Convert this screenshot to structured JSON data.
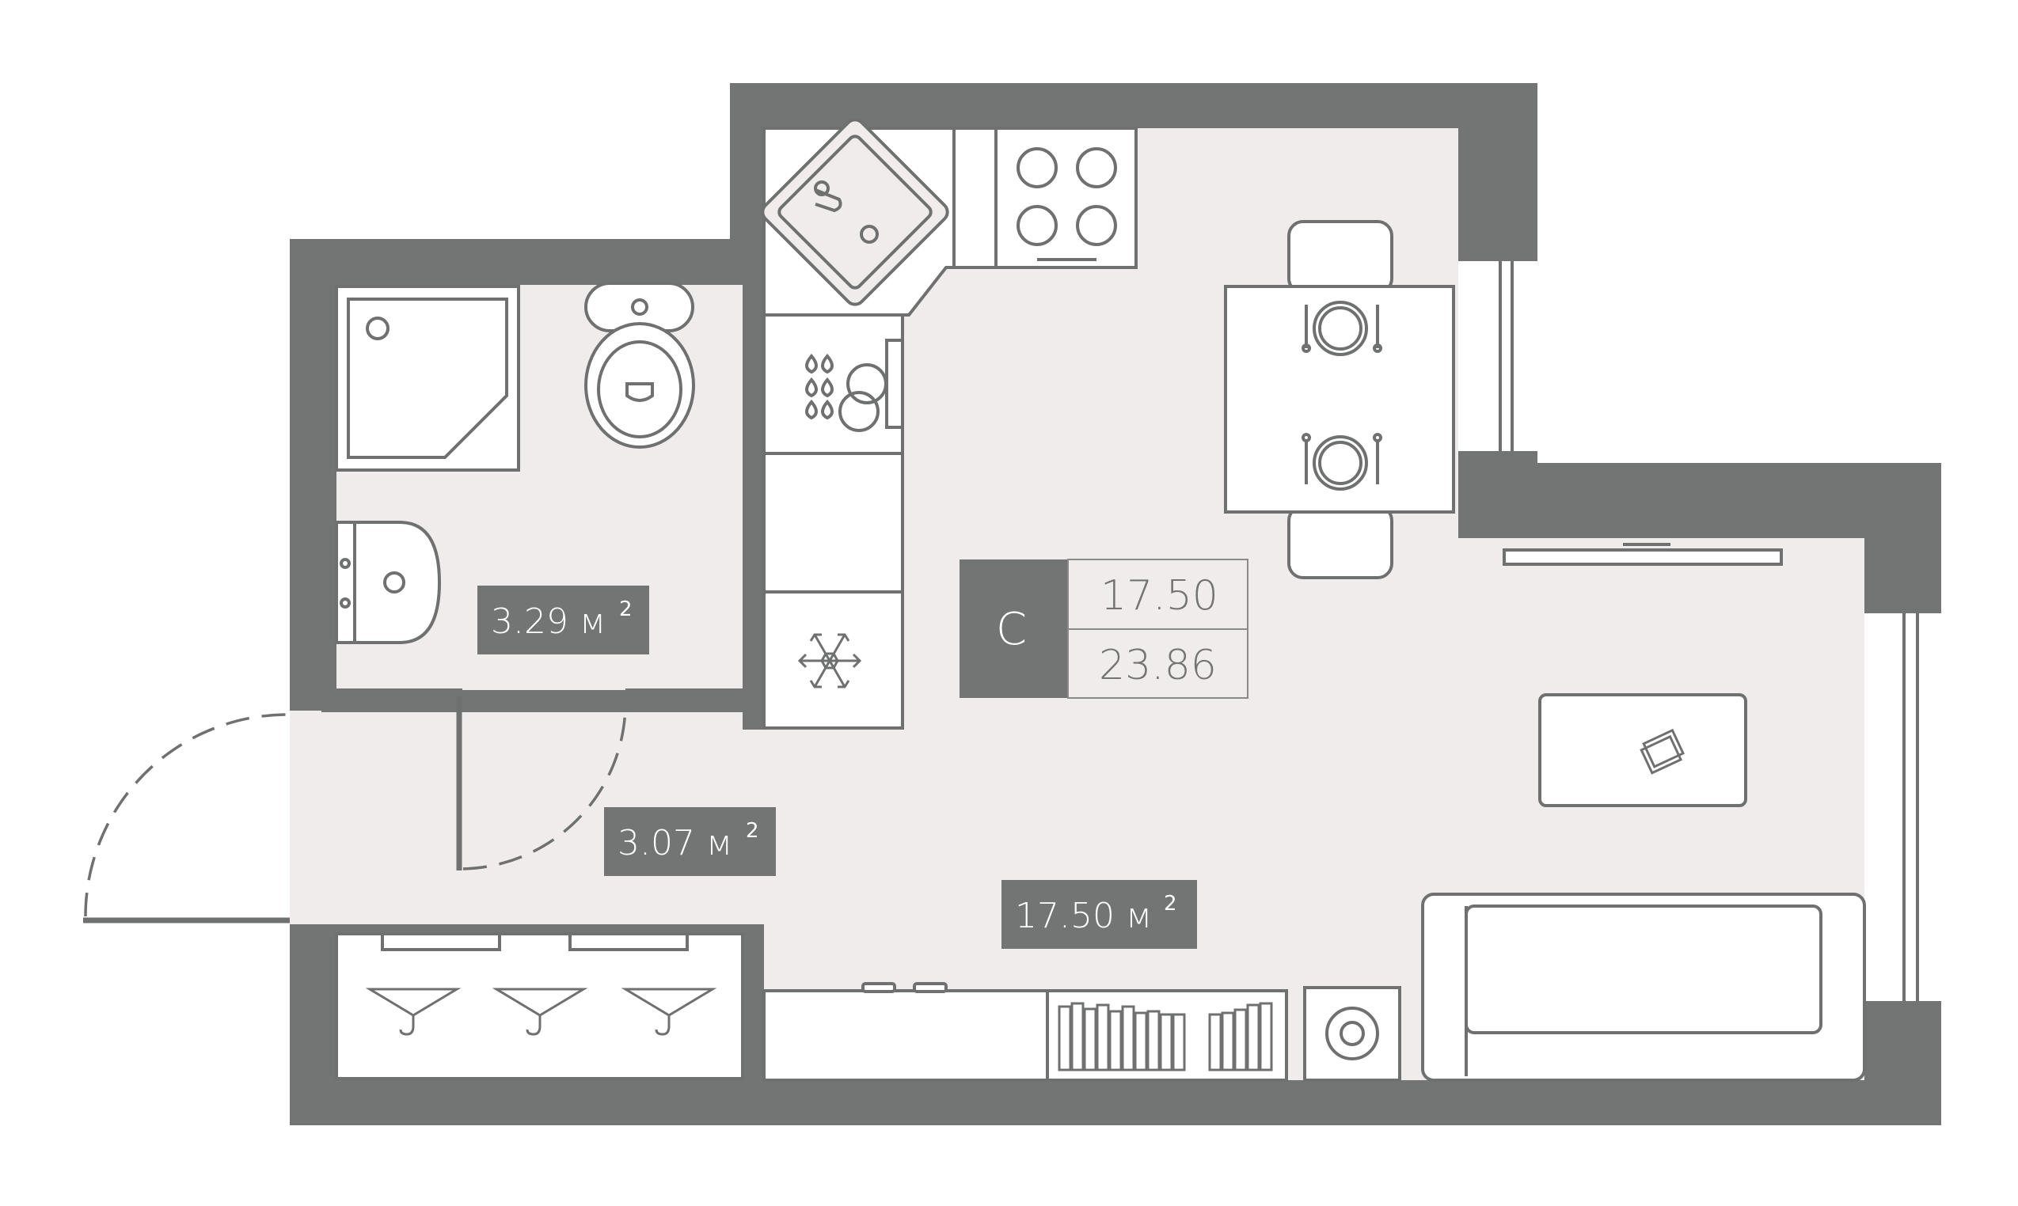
{
  "apartment": {
    "type_letter": "С",
    "living_area": "17.50",
    "total_area": "23.86"
  },
  "rooms": [
    {
      "name": "bathroom",
      "area": "3.29 м",
      "unit_sup": "2"
    },
    {
      "name": "hallway",
      "area": "3.07 м",
      "unit_sup": "2"
    },
    {
      "name": "living-room",
      "area": "17.50 м",
      "unit_sup": "2"
    }
  ],
  "colors": {
    "wall": "#737474",
    "floor": "#f0ecec",
    "line": "#6f7070"
  }
}
